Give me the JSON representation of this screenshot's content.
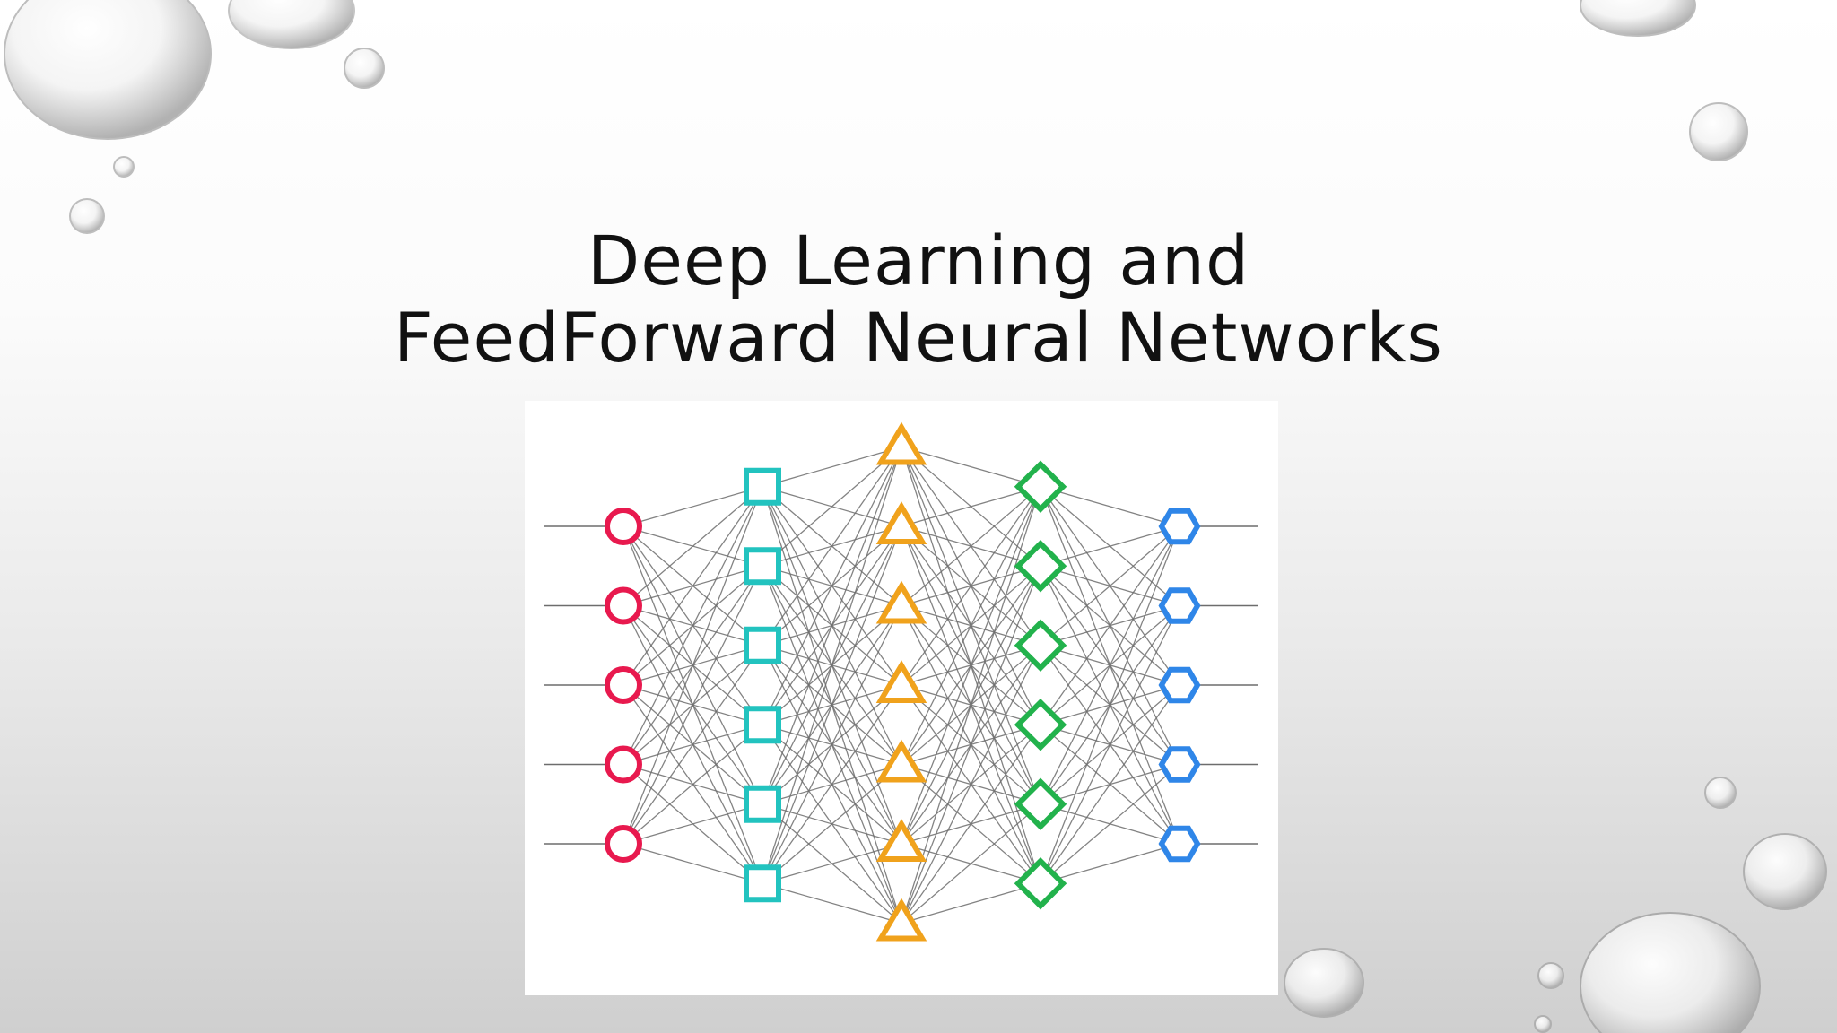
{
  "slide": {
    "title_line1": "Deep Learning and",
    "title_line2": "FeedForward Neural Networks",
    "background_decoration": "water-droplets"
  },
  "network": {
    "layers": [
      {
        "name": "input",
        "shape": "circle",
        "count": 5,
        "color": "#e8194e"
      },
      {
        "name": "hidden-1",
        "shape": "square",
        "count": 6,
        "color": "#22c3bf"
      },
      {
        "name": "hidden-2",
        "shape": "triangle",
        "count": 7,
        "color": "#f0a21c"
      },
      {
        "name": "hidden-3",
        "shape": "diamond",
        "count": 6,
        "color": "#22b24c"
      },
      {
        "name": "output",
        "shape": "hexagon",
        "count": 5,
        "color": "#2f86e8"
      }
    ],
    "connection_color": "#6d6d6d",
    "input_stubs": true,
    "output_stubs": true
  }
}
